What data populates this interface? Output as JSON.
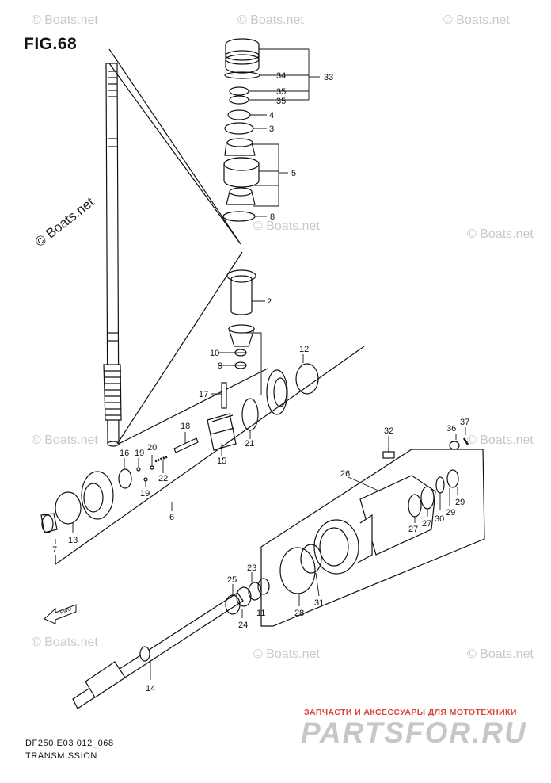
{
  "figure": {
    "title": "FIG.68"
  },
  "footer": {
    "code": "DF250 E03 012_068",
    "name": "TRANSMISSION"
  },
  "watermark": {
    "text": "© Boats.net",
    "shop_tagline": "ЗАПЧАСТИ И АКСЕССУАРЫ ДЛЯ МОТОТЕХНИКИ",
    "shop_logo": "PARTSFOR.RU"
  },
  "direction_arrow": {
    "label": "FWD"
  },
  "part_numbers": {
    "p33": "33",
    "p34": "34",
    "p35a": "35",
    "p35b": "35",
    "p4": "4",
    "p3": "3",
    "p5": "5",
    "p8": "8",
    "p2": "2",
    "p10": "10",
    "p9": "9",
    "p12": "12",
    "p17": "17",
    "p18": "18",
    "p21": "21",
    "p15": "15",
    "p16": "16",
    "p19a": "19",
    "p20": "20",
    "p22": "22",
    "p19b": "19",
    "p6": "6",
    "p7": "7",
    "p13": "13",
    "p32": "32",
    "p36": "36",
    "p37": "37",
    "p26": "26",
    "p27a": "27",
    "p30": "30",
    "p29a": "29",
    "p29b": "29",
    "p27b": "27",
    "p28": "28",
    "p31": "31",
    "p25": "25",
    "p23": "23",
    "p24": "24",
    "p11": "11",
    "p14": "14"
  }
}
